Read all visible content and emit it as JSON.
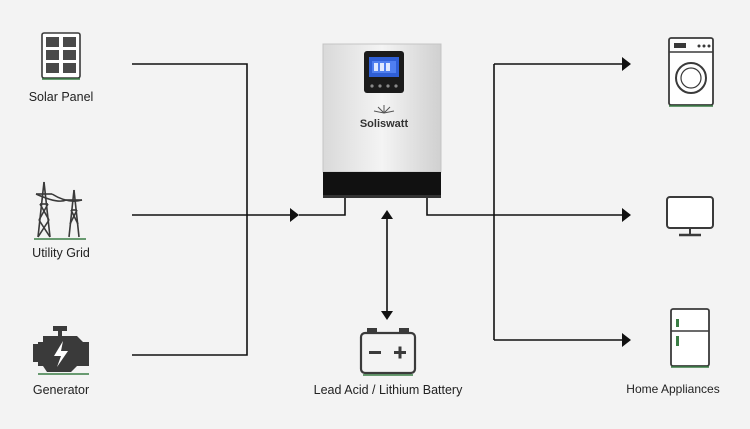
{
  "inputs": {
    "solar_panel": "Solar Panel",
    "utility_grid": "Utility Grid",
    "generator": "Generator"
  },
  "inverter": {
    "brand": "Soliswatt"
  },
  "battery": {
    "label": "Lead Acid / Lithium Battery"
  },
  "outputs": {
    "home_appliances": "Home Appliances"
  },
  "icons": {
    "solar": "solar-panel-icon",
    "grid": "power-tower-icon",
    "generator": "engine-icon",
    "battery": "battery-icon",
    "washer": "washing-machine-icon",
    "tv": "monitor-icon",
    "fridge": "refrigerator-icon"
  },
  "colors": {
    "line": "#111111",
    "icon": "#3a3a3a",
    "accent_green": "#3a7d44",
    "inverter_body": "#e6e6e6",
    "inverter_base": "#111111"
  }
}
